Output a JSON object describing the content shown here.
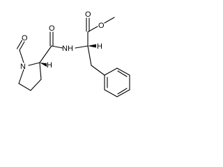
{
  "molecule": {
    "atom_labels": {
      "o_ester_carbonyl": "O",
      "o_ester_alkoxy": "O",
      "nh_amide": "NH",
      "h_alpha_phe": "H",
      "o_amide_carbonyl": "O",
      "o_formyl": "O",
      "n_pyrrolidine": "N",
      "h_alpha_pro": "H"
    }
  }
}
